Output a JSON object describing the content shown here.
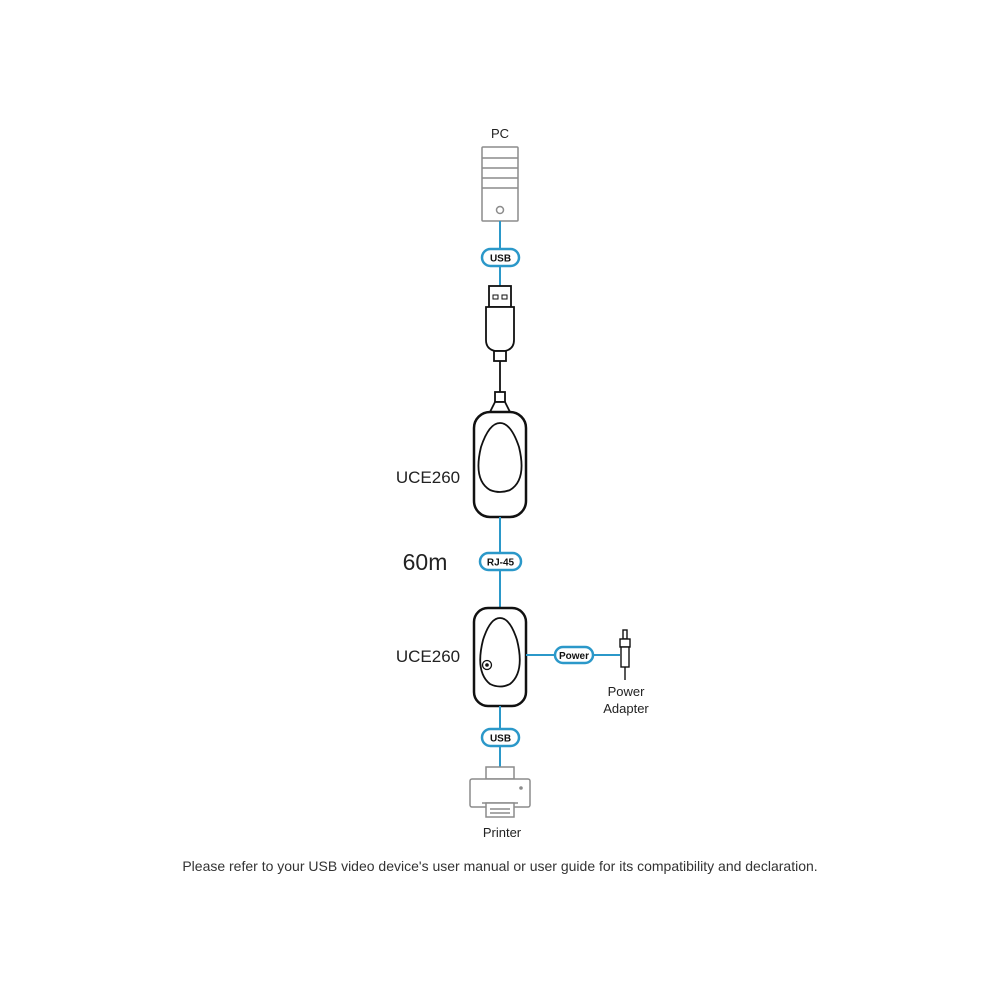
{
  "colors": {
    "cable": "#2b98c9",
    "outline": "#111111",
    "light_outline": "#8c8c8c",
    "label": "#222222"
  },
  "labels": {
    "pc": "PC",
    "device_top": "UCE260",
    "distance": "60m",
    "device_bottom": "UCE260",
    "power_adapter_line1": "Power",
    "power_adapter_line2": "Adapter",
    "printer": "Printer"
  },
  "pills": {
    "usb_top": "USB",
    "rj45": "RJ-45",
    "power": "Power",
    "usb_bottom": "USB"
  },
  "icons": [
    "pc-tower-icon",
    "usb-plug-icon",
    "extender-transmitter-icon",
    "extender-receiver-icon",
    "power-adapter-plug-icon",
    "printer-icon"
  ],
  "footnote": "Please refer to your USB video device's user manual or user guide for its compatibility and declaration."
}
